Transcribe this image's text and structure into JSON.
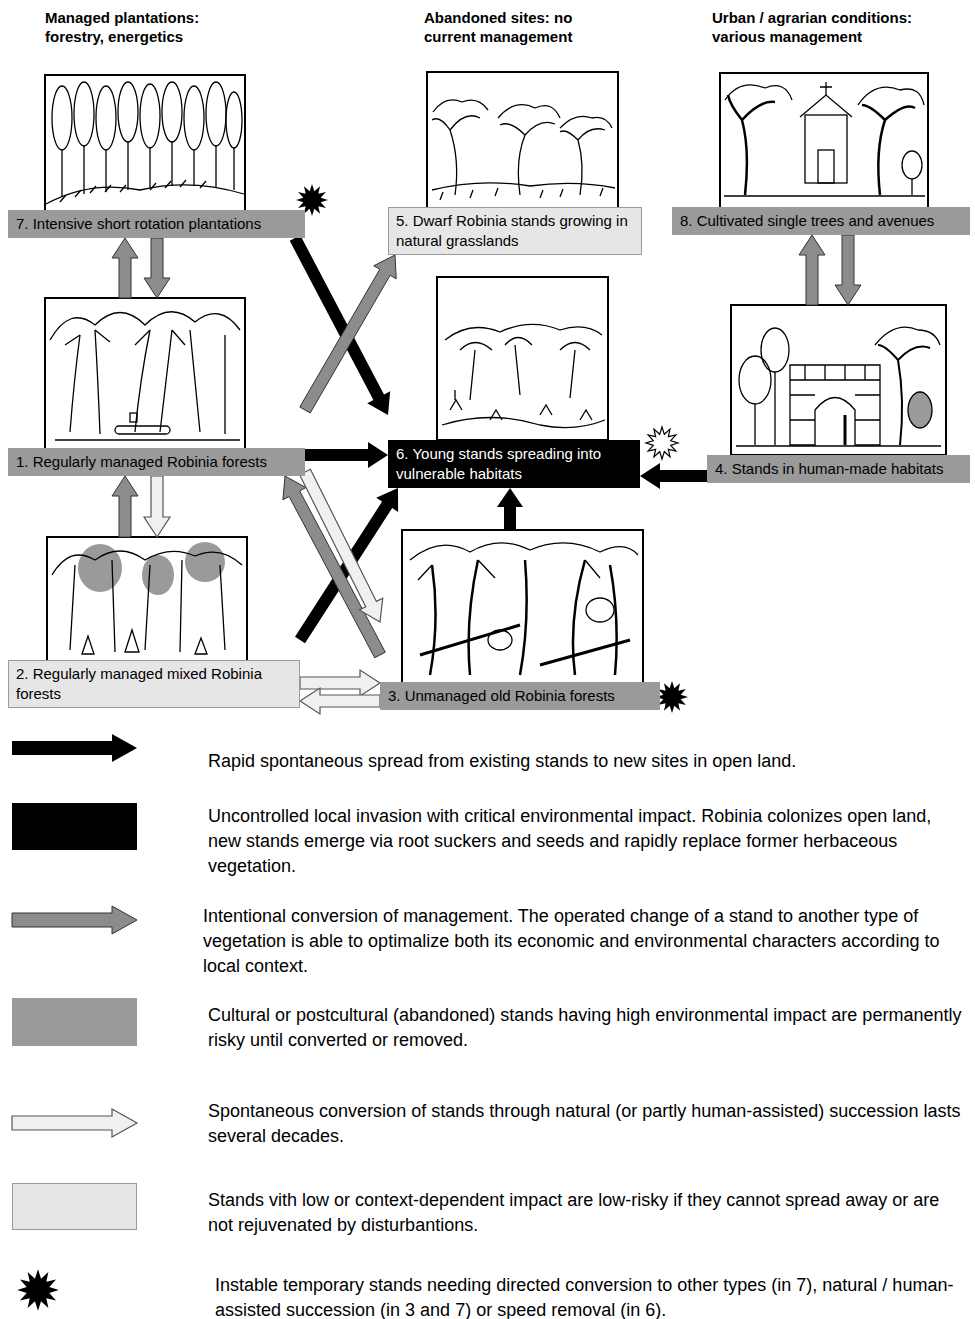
{
  "diagram": {
    "nodes": [
      {
        "text": [
          "7. Intensive short rotation plantations"
        ]
      },
      {
        "text": [
          "5. Dwarf Robinia stands growing in natural grasslands"
        ]
      },
      {
        "text": [
          "8. Cultivated single trees and avenues"
        ]
      },
      {
        "text": [
          "1. Regularly managed Robinia forests"
        ]
      },
      {
        "text": [
          "6. Young stands spreading into vulnerable habitats"
        ]
      },
      {
        "text": [
          "4. Stands in human-made habitats"
        ]
      },
      {
        "text": [
          "2. Regularly managed mixed Robinia forests"
        ]
      },
      {
        "text": [
          "3. Unmanaged old Robinia forests"
        ]
      }
    ],
    "edges": [
      {
        "from": 3,
        "to": 0,
        "arrow": "to"
      },
      {
        "from": 0,
        "to": 3,
        "arrow": "to"
      },
      {
        "from": 5,
        "to": 2,
        "arrow": "to"
      },
      {
        "from": 2,
        "to": 5,
        "arrow": "to"
      },
      {
        "from": 0,
        "to": 4,
        "arrow": "to"
      },
      {
        "from": 3,
        "to": 1,
        "arrow": "to"
      },
      {
        "from": 3,
        "to": 4,
        "arrow": "to"
      },
      {
        "from": 5,
        "to": 4,
        "arrow": "to"
      },
      {
        "from": 6,
        "to": 3,
        "arrow": "to"
      },
      {
        "from": 3,
        "to": 6,
        "arrow": "to"
      },
      {
        "from": 6,
        "to": 4,
        "arrow": "to"
      },
      {
        "from": 7,
        "to": 4,
        "arrow": "to"
      },
      {
        "from": 7,
        "to": 3,
        "arrow": "to"
      },
      {
        "from": 3,
        "to": 7,
        "arrow": "to"
      },
      {
        "from": 6,
        "to": 7,
        "arrow": "to"
      },
      {
        "from": 7,
        "to": 6,
        "arrow": "to"
      }
    ],
    "labels": [
      "Managed plantations: forestry, energetics",
      "Abandoned sites: no current management",
      "Urban / agrarian conditions: various management"
    ],
    "legend": [
      {
        "text": "Rapid spontaneous spread from existing stands to new sites in open land."
      },
      {
        "text": "Uncontrolled local invasion with critical environmental impact. Robinia colonizes open land, new stands emerge via root suckers and seeds and rapidly replace former herbaceous vegetation.",
        "color": "#000000"
      },
      {
        "text": "Intentional conversion of management. The operated change of a stand to another type of vegetation is able to optimalize both its economic and environmental characters according to local context."
      },
      {
        "text": "Cultural or postcultural (abandoned) stands having high environmental impact are permanently risky until converted or removed.",
        "color": "#9a9a9a"
      },
      {
        "text": "Spontaneous conversion of stands through natural (or partly human-assisted) succession lasts several decades."
      },
      {
        "text": "Stands vith low or context-dependent impact are low-risky if they cannot spread away or are not rejuvenated by disturbantions.",
        "color": "#e6e6e6"
      },
      {
        "text": "Instable temporary stands needing directed conversion to other types (in 7), natural / human-assisted succession (in 3 and 7) or speed removal (in 6)."
      }
    ]
  }
}
